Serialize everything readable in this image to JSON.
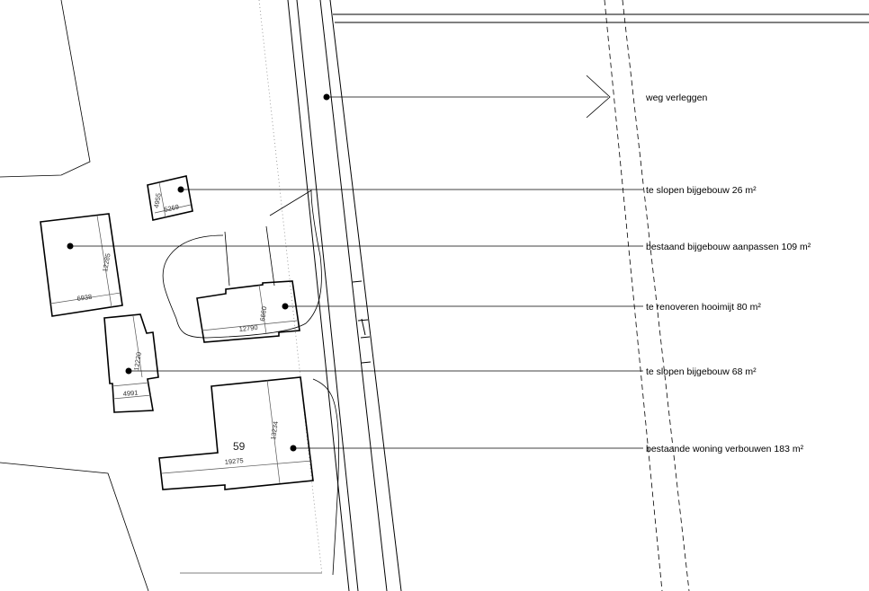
{
  "colors": {
    "line": "#000000",
    "background": "#ffffff"
  },
  "annotations": {
    "road": "weg verleggen",
    "shed_26": "te slopen bijgebouw 26 m²",
    "shed_109": "bestaand bijgebouw aanpassen 109 m²",
    "haystack_80": "te renoveren hooimijt 80 m²",
    "shed_68": "te slopen bijgebouw 68 m²",
    "house_183": "bestaande woning verbouwen 183 m²"
  },
  "dimensions": {
    "shed_26_w": "5269",
    "shed_26_h": "4955",
    "shed_109_w": "6938",
    "shed_109_h": "12285",
    "haystack_w": "12790",
    "haystack_h": "6660",
    "shed_68_w": "4991",
    "shed_68_h": "12220",
    "house_w": "19275",
    "house_h": "13234"
  },
  "house_number": "59"
}
